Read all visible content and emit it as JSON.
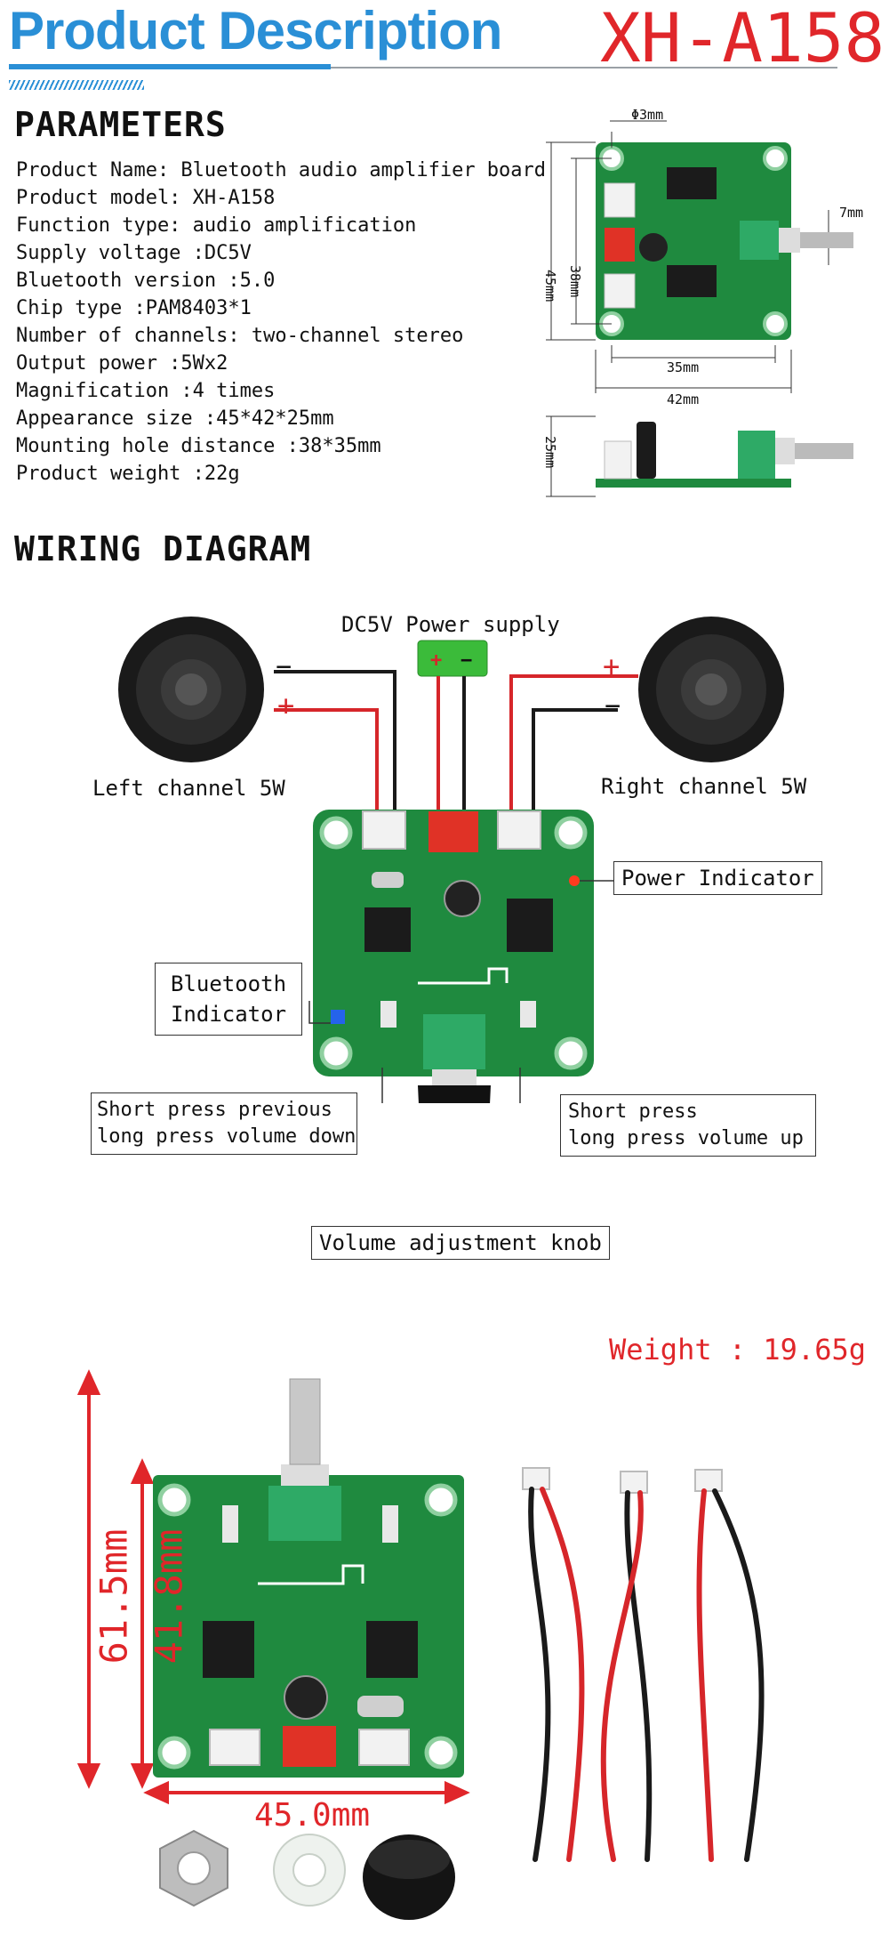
{
  "header": {
    "title": "Product Description",
    "model": "XH-A158"
  },
  "parameters": {
    "heading": "PARAMETERS",
    "items": [
      "Product Name: Bluetooth audio amplifier board",
      "Product model: XH-A158",
      "Function type: audio amplification",
      "Supply voltage :DC5V",
      "Bluetooth version :5.0",
      "Chip type :PAM8403*1",
      "Number of channels: two-channel stereo",
      "Output power :5Wx2",
      "Magnification :4 times",
      "Appearance size :45*42*25mm",
      "Mounting hole distance :38*35mm",
      "Product weight :22g"
    ],
    "dimensions": {
      "hole": "Φ3mm",
      "height_outer": "45mm",
      "height_inner": "38mm",
      "width_inner": "35mm",
      "width_outer": "42mm",
      "shaft": "7mm",
      "depth": "25mm"
    }
  },
  "wiring": {
    "heading": "WIRING DIAGRAM",
    "power_supply": "DC5V Power supply",
    "plus": "+",
    "minus": "−",
    "left_channel": "Left channel 5W",
    "right_channel": "Right channel 5W",
    "power_indicator": "Power Indicator",
    "bluetooth_indicator_1": "Bluetooth",
    "bluetooth_indicator_2": "Indicator",
    "short_prev_1": "Short press previous",
    "short_prev_2": "long press volume down",
    "short_next_1": "Short press",
    "short_next_2": "long press volume up",
    "volume_knob": "Volume adjustment knob"
  },
  "product": {
    "weight": "Weight : 19.65g",
    "height_total": "61.5mm",
    "height_board": "41.8mm",
    "width_board": "45.0mm"
  },
  "colors": {
    "accent_blue": "#2a8fd6",
    "accent_red": "#e0262a",
    "pcb_green": "#1f8a3f"
  }
}
